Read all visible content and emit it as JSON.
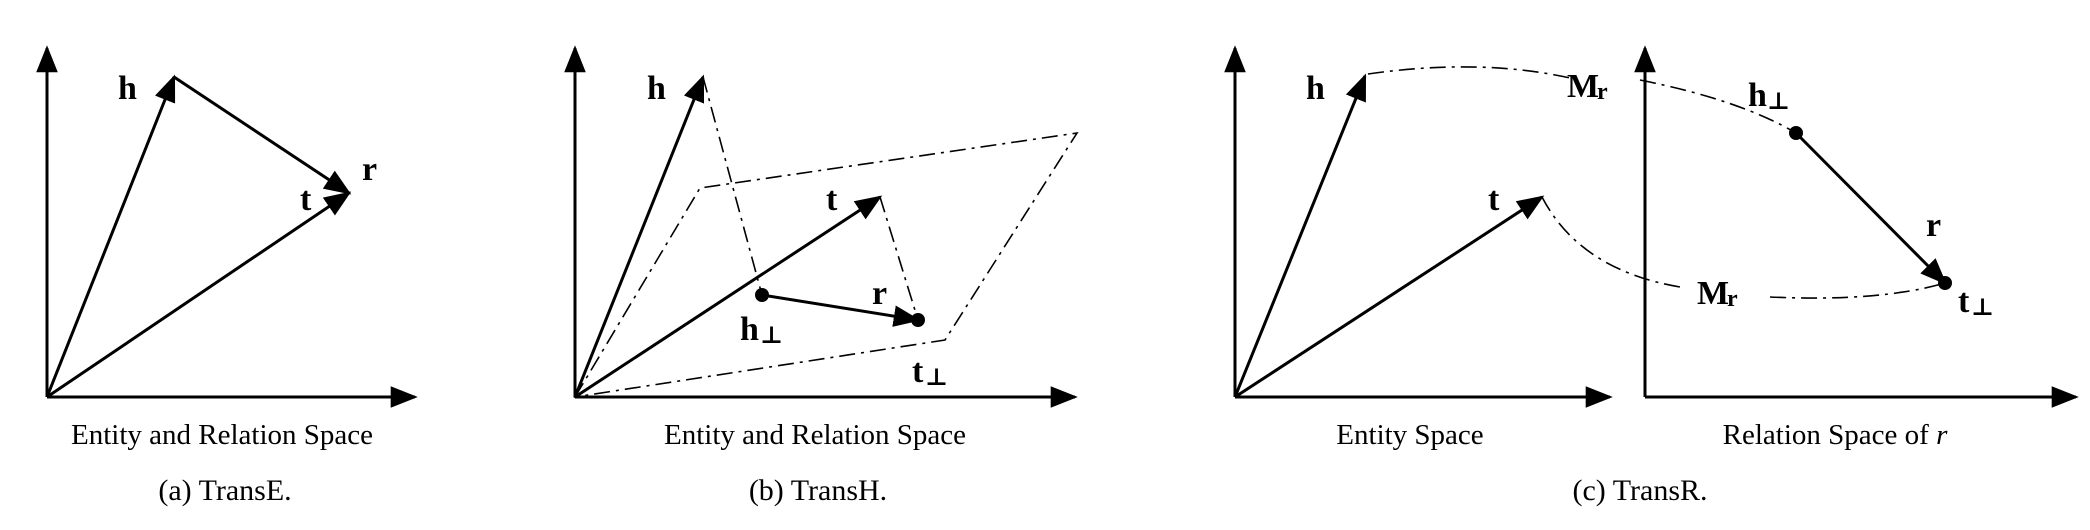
{
  "panels": {
    "a": {
      "labels": {
        "h": "h",
        "r": "r",
        "t": "t"
      },
      "space": "Entity and Relation Space",
      "caption": "(a) TransE."
    },
    "b": {
      "labels": {
        "h": "h",
        "t": "t",
        "r": "r",
        "h_perp": "h",
        "t_perp": "t",
        "perp": "⊥"
      },
      "space": "Entity and Relation Space",
      "caption": "(b) TransH."
    },
    "c": {
      "labels": {
        "h": "h",
        "t": "t",
        "r": "r",
        "h_perp": "h",
        "t_perp": "t",
        "perp": "⊥",
        "M": "M",
        "M_sub": "r"
      },
      "entity_space": "Entity Space",
      "relation_space_prefix": "Relation Space of ",
      "relation_space_var": "r",
      "caption": "(c) TransR."
    }
  }
}
